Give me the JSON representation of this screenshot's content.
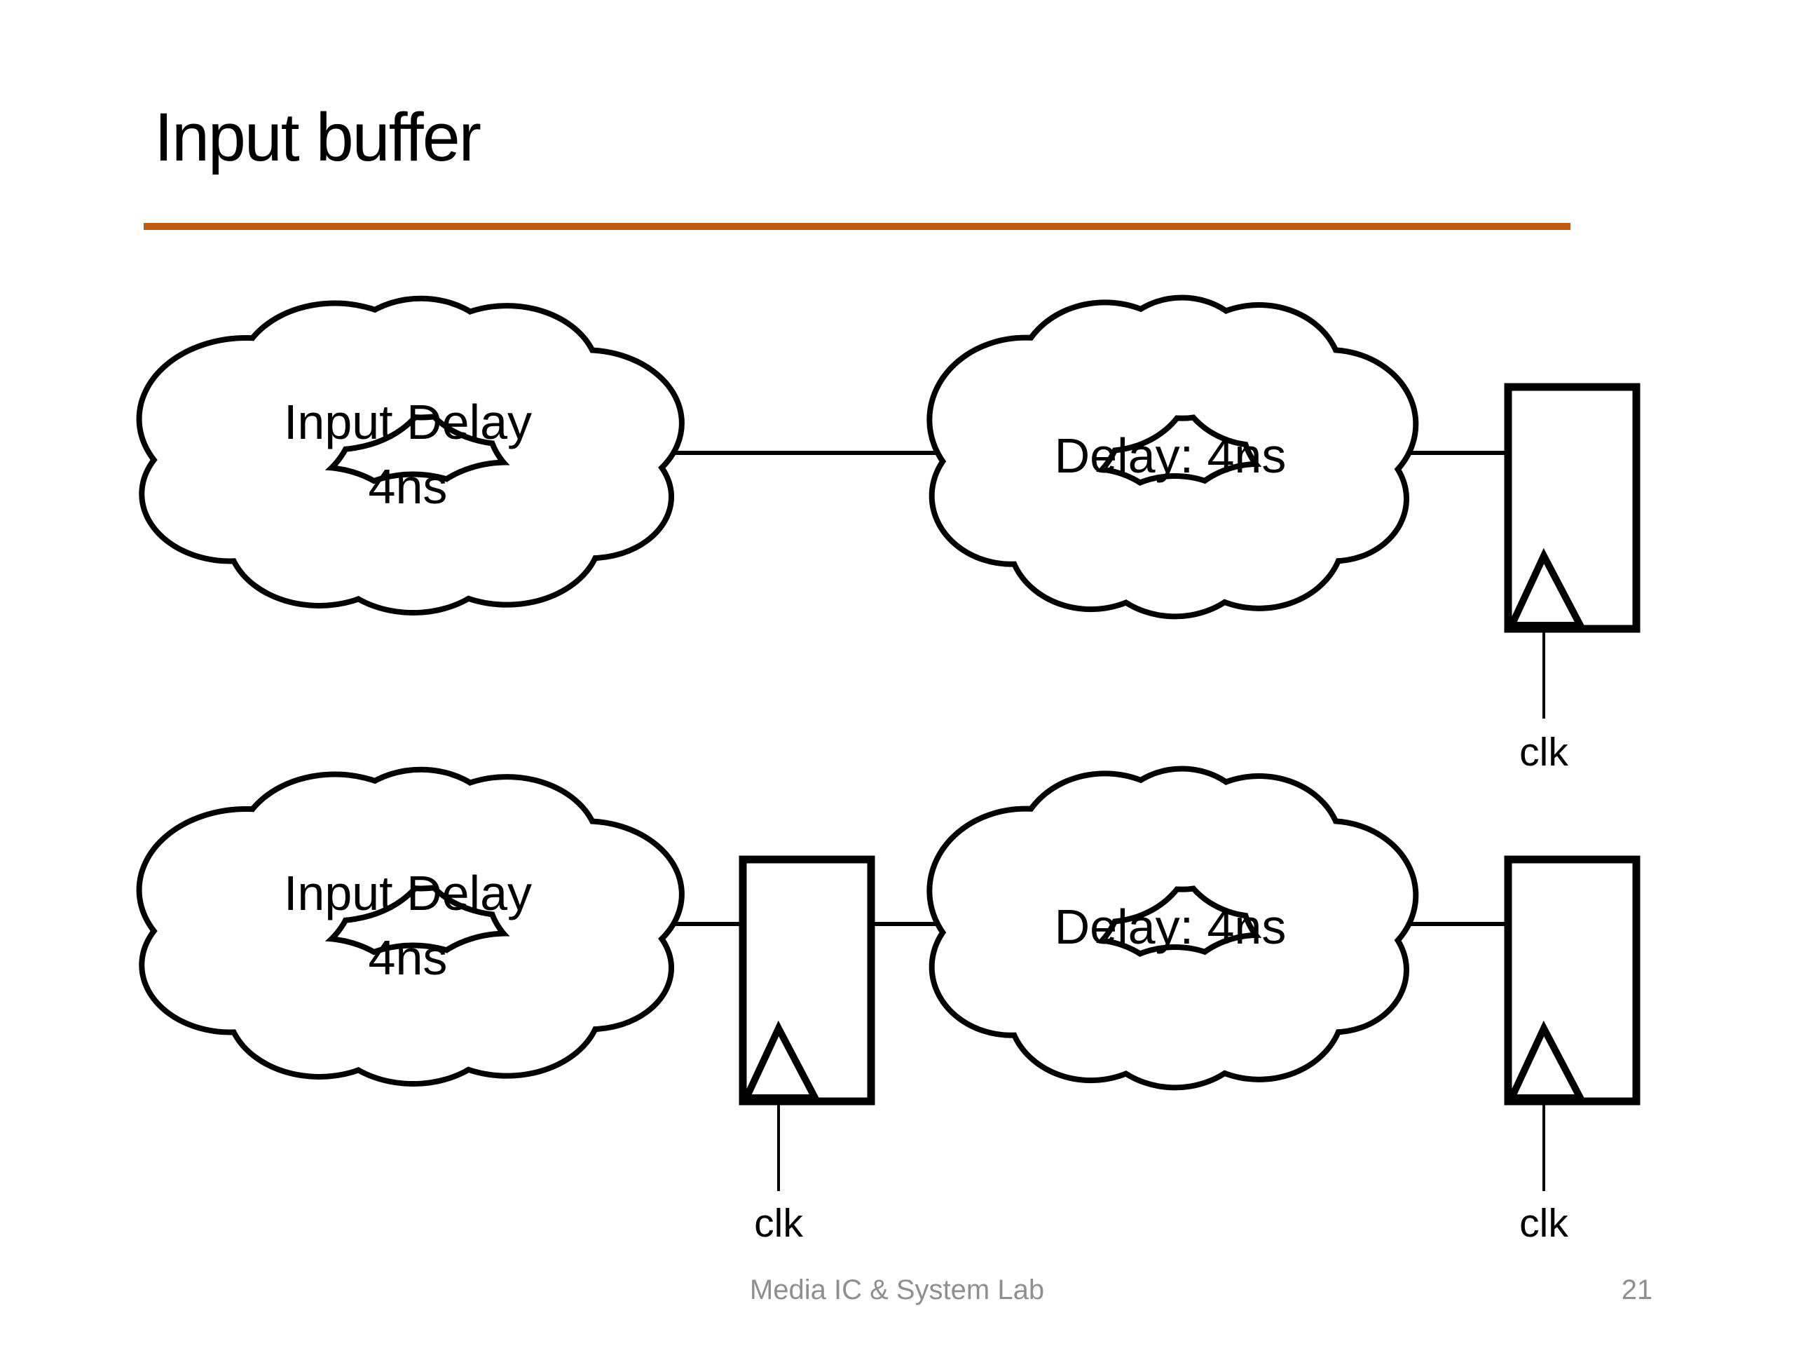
{
  "slide": {
    "title": "Input buffer",
    "clouds": {
      "top_left": "Input Delay\n4ns",
      "top_right": "Delay: 4ns",
      "bottom_left": "Input Delay\n4ns",
      "bottom_right": "Delay: 4ns"
    },
    "clk_labels": {
      "top_right": "clk",
      "bottom_middle": "clk",
      "bottom_right": "clk"
    },
    "footer": {
      "text": "Media IC & System Lab",
      "page_number": "21"
    },
    "colors": {
      "accent_rule": "#C35A11",
      "footer_text": "#8F8F8F",
      "ink": "#000000",
      "background": "#FFFFFF"
    }
  }
}
